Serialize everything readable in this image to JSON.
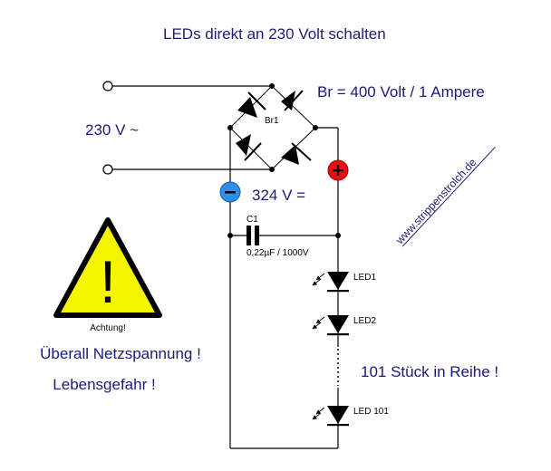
{
  "title": "LEDs direkt an 230 Volt schalten",
  "input_voltage": "230 V ~",
  "bridge": {
    "name": "Br1",
    "spec": "Br = 400 Volt / 1 Ampere"
  },
  "dc_voltage": "324 V =",
  "terminals": {
    "minus": "−",
    "plus": "+"
  },
  "capacitor": {
    "name": "C1",
    "value": "0,22µF / 1000V"
  },
  "leds": [
    {
      "label": "LED1"
    },
    {
      "label": "LED2"
    },
    {
      "label": "LED 101"
    }
  ],
  "led_count_note": "101 Stück in Reihe !",
  "website": "www.strippenstrolch.de",
  "warning": {
    "symbol": "!",
    "caption": "Achtung!",
    "line1": "Überall Netzspannung !",
    "line2": "Lebensgefahr !"
  },
  "colors": {
    "text_blue": "#1a1a7a",
    "plus_red": "#e81010",
    "minus_blue": "#2e8ee8",
    "warning_yellow": "#f5f500"
  }
}
